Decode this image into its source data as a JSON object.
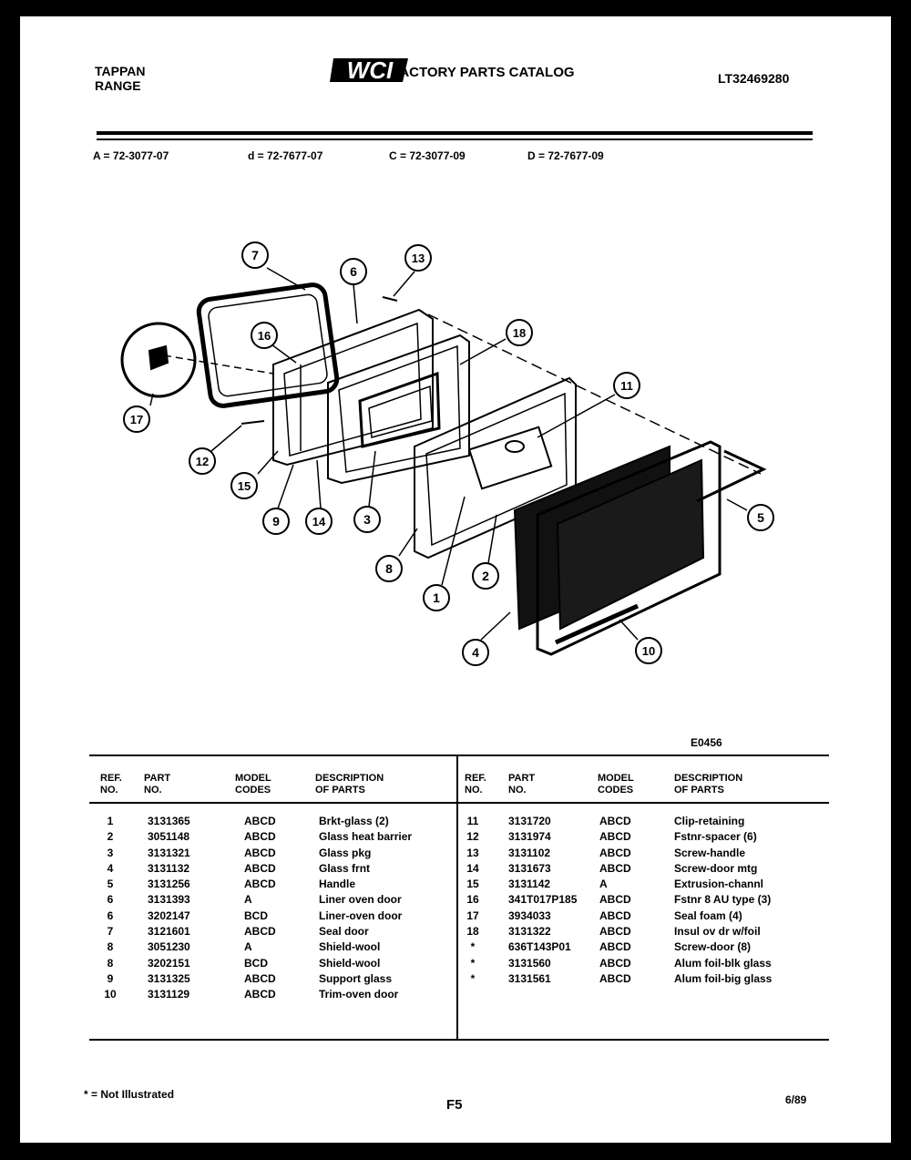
{
  "header": {
    "brand_line1": "TAPPAN",
    "brand_line2": "RANGE",
    "logo_text": "WCI",
    "catalog_title": "FACTORY PARTS CATALOG",
    "catalog_number": "LT32469280"
  },
  "model_codes": [
    "A = 72-3077-07",
    "d = 72-7677-07",
    "C = 72-3077-09",
    "D = 72-7677-09"
  ],
  "diagram": {
    "code": "E0456",
    "callouts": [
      "7",
      "6",
      "13",
      "18",
      "16",
      "17",
      "12",
      "15",
      "9",
      "14",
      "3",
      "11",
      "5",
      "8",
      "1",
      "2",
      "4",
      "10"
    ]
  },
  "table": {
    "headers": {
      "ref": "REF.\nNO.",
      "part": "PART\nNO.",
      "model": "MODEL\nCODES",
      "desc": "DESCRIPTION\nOF PARTS"
    },
    "left_rows": [
      {
        "ref": "1",
        "part": "3131365",
        "codes": "ABCD",
        "desc": "Brkt-glass (2)"
      },
      {
        "ref": "2",
        "part": "3051148",
        "codes": "ABCD",
        "desc": "Glass heat barrier"
      },
      {
        "ref": "3",
        "part": "3131321",
        "codes": "ABCD",
        "desc": "Glass pkg"
      },
      {
        "ref": "4",
        "part": "3131132",
        "codes": "ABCD",
        "desc": "Glass frnt"
      },
      {
        "ref": "5",
        "part": "3131256",
        "codes": "ABCD",
        "desc": "Handle"
      },
      {
        "ref": "6",
        "part": "3131393",
        "codes": "A",
        "desc": "Liner oven door"
      },
      {
        "ref": "6",
        "part": "3202147",
        "codes": "BCD",
        "desc": "Liner-oven door"
      },
      {
        "ref": "7",
        "part": "3121601",
        "codes": "ABCD",
        "desc": "Seal door"
      },
      {
        "ref": "8",
        "part": "3051230",
        "codes": "A",
        "desc": "Shield-wool"
      },
      {
        "ref": "8",
        "part": "3202151",
        "codes": "BCD",
        "desc": "Shield-wool"
      },
      {
        "ref": "9",
        "part": "3131325",
        "codes": "ABCD",
        "desc": "Support glass"
      },
      {
        "ref": "10",
        "part": "3131129",
        "codes": "ABCD",
        "desc": "Trim-oven door"
      }
    ],
    "right_rows": [
      {
        "ref": "11",
        "part": "3131720",
        "codes": "ABCD",
        "desc": "Clip-retaining"
      },
      {
        "ref": "12",
        "part": "3131974",
        "codes": "ABCD",
        "desc": "Fstnr-spacer (6)"
      },
      {
        "ref": "13",
        "part": "3131102",
        "codes": "ABCD",
        "desc": "Screw-handle"
      },
      {
        "ref": "14",
        "part": "3131673",
        "codes": "ABCD",
        "desc": "Screw-door mtg"
      },
      {
        "ref": "15",
        "part": "3131142",
        "codes": "A",
        "desc": "Extrusion-channl"
      },
      {
        "ref": "16",
        "part": "341T017P185",
        "codes": "ABCD",
        "desc": "Fstnr 8 AU type (3)"
      },
      {
        "ref": "17",
        "part": "3934033",
        "codes": "ABCD",
        "desc": "Seal foam (4)"
      },
      {
        "ref": "18",
        "part": "3131322",
        "codes": "ABCD",
        "desc": "Insul ov dr w/foil"
      },
      {
        "ref": "*",
        "part": "636T143P01",
        "codes": "ABCD",
        "desc": "Screw-door (8)"
      },
      {
        "ref": "*",
        "part": "3131560",
        "codes": "ABCD",
        "desc": "Alum foil-blk glass"
      },
      {
        "ref": "*",
        "part": "3131561",
        "codes": "ABCD",
        "desc": "Alum foil-big glass"
      }
    ]
  },
  "footer": {
    "note": "* = Not Illustrated",
    "page": "F5",
    "date": "6/89"
  }
}
